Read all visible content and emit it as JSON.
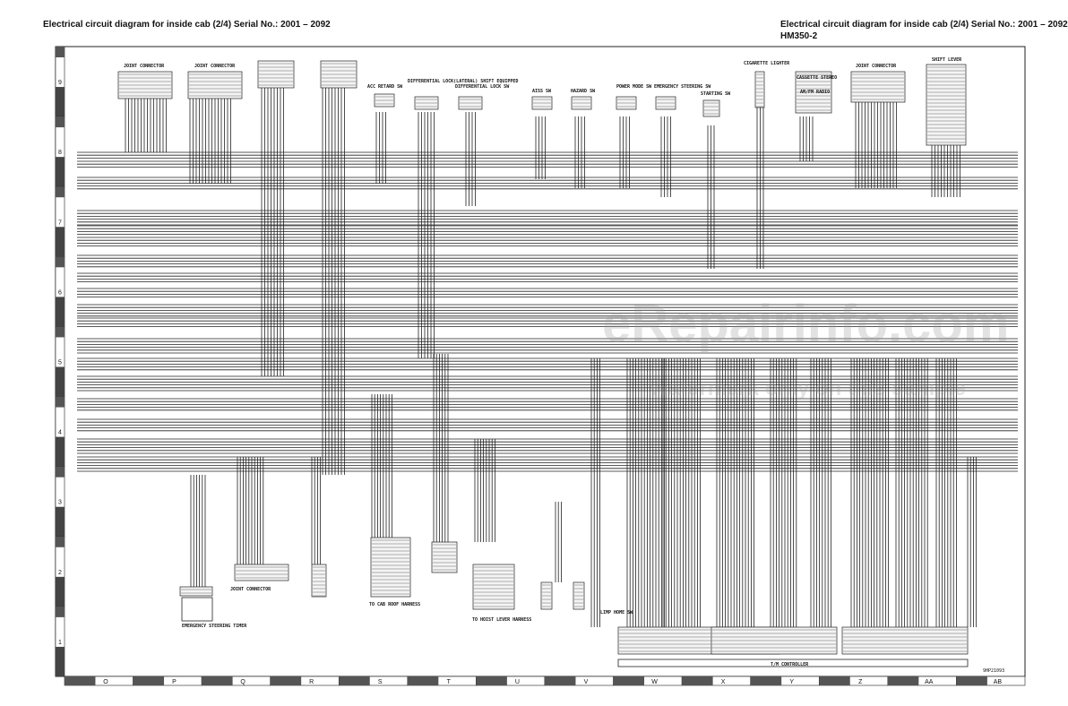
{
  "header": {
    "title_left": "Electrical circuit diagram for inside cab (2/4) Serial No.: 2001 – 2092",
    "title_right": "Electrical circuit diagram for inside cab (2/4) Serial No.: 2001 – 2092",
    "model": "HM350-2"
  },
  "watermark": {
    "main": "eRepairinfo.com",
    "sub": "Watermark only on this sample"
  },
  "drawing_code": "9HP21093",
  "row_zones": [
    "9",
    "8",
    "7",
    "6",
    "5",
    "4",
    "3",
    "2",
    "1"
  ],
  "column_zones": [
    "O",
    "P",
    "Q",
    "R",
    "S",
    "T",
    "U",
    "V",
    "W",
    "X",
    "Y",
    "Z",
    "AA",
    "AB"
  ],
  "components": {
    "joint_connector_1": "JOINT CONNECTOR",
    "joint_connector_2": "JOINT CONNECTOR",
    "joint_connector_3": "JOINT CONNECTOR",
    "joint_connector_4": "JOINT CONNECTOR",
    "acc_retard_sw": "ACC RETARD SW",
    "differential_lock_sw": "DIFFERENTIAL LOCK(LATERAL) SHIFT EQUIPPED",
    "differential_lock_sw2": "DIFFERENTIAL LOCK SW",
    "aiss_sw": "AISS SW",
    "hazard_sw": "HAZARD SW",
    "power_mode_sw": "POWER MODE SW",
    "emergency_steering_sw": "EMERGENCY STEERING SW",
    "starting_sw": "STARTING SW",
    "cigarette_lighter": "CIGARETTE LIGHTER",
    "cassette_stereo": "CASSETTE STEREO",
    "am_fm_radio": "AM/FM RADIO",
    "shift_lever": "SHIFT LEVER",
    "emergency_steering_timer": "EMERGENCY STEERING TIMER",
    "to_cab_roof_harness": "TO CAB ROOF HARNESS",
    "to_hoist_lever_harness": "TO HOIST LEVER HARNESS",
    "limp_home_sw": "LIMP HOME SW",
    "tm_controller": "T/M CONTROLLER"
  }
}
